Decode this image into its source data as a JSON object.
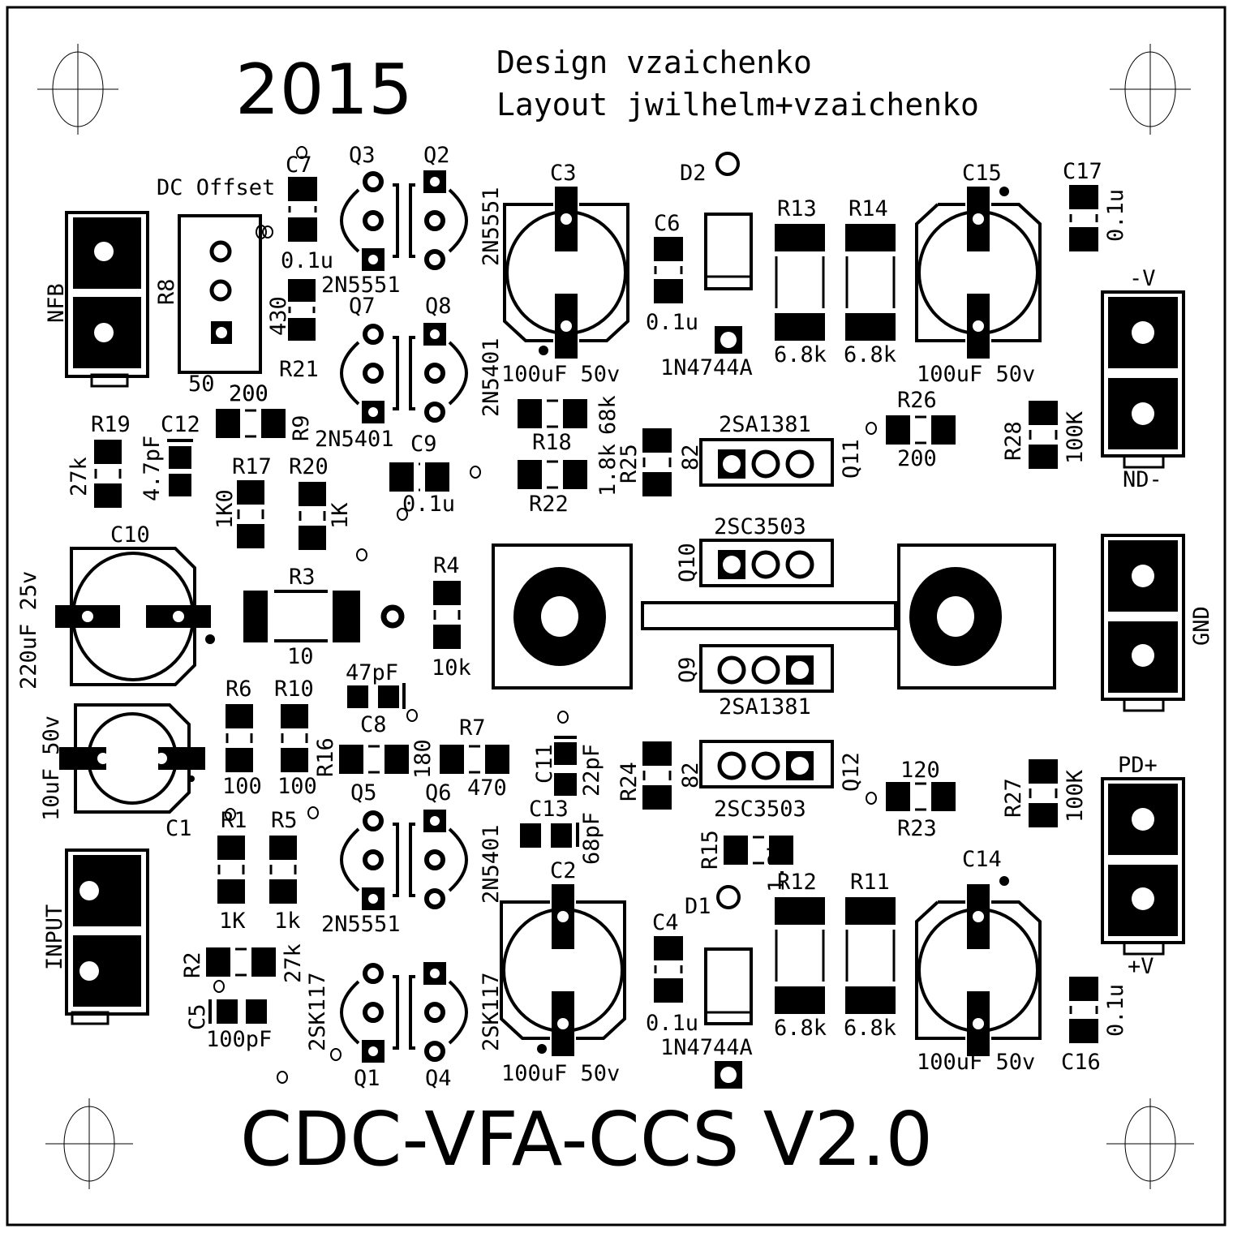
{
  "board": {
    "year": "2015",
    "credits": {
      "design": "Design vzaichenko",
      "layout": "Layout jwilhelm+vzaichenko"
    },
    "title": "CDC-VFA-CCS V2.0",
    "colors": {
      "silkscreen": "#000000",
      "background": "#ffffff"
    }
  },
  "connectors": {
    "nfb": "NFB",
    "input": "INPUT",
    "minus_v_top": "-V",
    "minus_v_bottom": "ND-",
    "gnd": "GND",
    "plus_v_top": "PD+",
    "plus_v_bottom": "+V"
  },
  "trimmer": {
    "label": "DC Offset",
    "ref": "R8",
    "min": "50",
    "max": "200"
  },
  "capacitors": {
    "C1": {
      "ref": "C1",
      "value": "10uF 50v"
    },
    "C2": {
      "ref": "C2",
      "value": "100uF 50v"
    },
    "C3": {
      "ref": "C3",
      "value": "100uF 50v"
    },
    "C4": {
      "ref": "C4",
      "value": "0.1u"
    },
    "C5": {
      "ref": "C5",
      "value": "100pF"
    },
    "C6": {
      "ref": "C6",
      "value": "0.1u"
    },
    "C7": {
      "ref": "C7",
      "value": "0.1u"
    },
    "C8": {
      "ref": "C8",
      "value": "47pF"
    },
    "C9": {
      "ref": "C9",
      "value": "0.1u"
    },
    "C10": {
      "ref": "C10",
      "value": "220uF 25v"
    },
    "C11": {
      "ref": "C11",
      "value": "22pF"
    },
    "C12": {
      "ref": "C12",
      "value": "4.7pF"
    },
    "C13": {
      "ref": "C13",
      "value": "68pF"
    },
    "C14": {
      "ref": "C14",
      "value": "100uF 50v"
    },
    "C15": {
      "ref": "C15",
      "value": "100uF 50v"
    },
    "C16": {
      "ref": "C16",
      "value": "0.1u"
    },
    "C17": {
      "ref": "C17",
      "value": "0.1u"
    }
  },
  "resistors": {
    "R1": {
      "ref": "R1",
      "value": "1K"
    },
    "R2": {
      "ref": "R2",
      "value": "27k"
    },
    "R3": {
      "ref": "R3",
      "value": "10"
    },
    "R4": {
      "ref": "R4",
      "value": "10k"
    },
    "R5": {
      "ref": "R5",
      "value": "1k"
    },
    "R6": {
      "ref": "R6",
      "value": "100"
    },
    "R7": {
      "ref": "R7",
      "value": "470"
    },
    "R9": {
      "ref": "R9",
      "value": "200"
    },
    "R10": {
      "ref": "R10",
      "value": "100"
    },
    "R11": {
      "ref": "R11",
      "value": "6.8k"
    },
    "R12": {
      "ref": "R12",
      "value": "6.8k"
    },
    "R13": {
      "ref": "R13",
      "value": "6.8k"
    },
    "R14": {
      "ref": "R14",
      "value": "6.8k"
    },
    "R15": {
      "ref": "R15",
      "value": "1.3k"
    },
    "R16": {
      "ref": "R16",
      "value": "180"
    },
    "R17": {
      "ref": "R17",
      "value": "1K0"
    },
    "R18": {
      "ref": "R18",
      "value": "68k"
    },
    "R19": {
      "ref": "R19",
      "value": "27k"
    },
    "R20": {
      "ref": "R20",
      "value": "1K"
    },
    "R21": {
      "ref": "R21",
      "value": "430"
    },
    "R22": {
      "ref": "R22",
      "value": "1.8k"
    },
    "R23": {
      "ref": "R23",
      "value": "120"
    },
    "R24": {
      "ref": "R24",
      "value": "82"
    },
    "R25": {
      "ref": "R25",
      "value": "82"
    },
    "R26": {
      "ref": "R26",
      "value": "200"
    },
    "R27": {
      "ref": "R27",
      "value": "100K"
    },
    "R28": {
      "ref": "R28",
      "value": "100K"
    }
  },
  "diodes": {
    "D1": {
      "ref": "D1",
      "value": "1N4744A"
    },
    "D2": {
      "ref": "D2",
      "value": "1N4744A"
    }
  },
  "transistors": {
    "Q1": {
      "ref": "Q1",
      "part": "2SK117"
    },
    "Q2": {
      "ref": "Q2",
      "part": "2N5551"
    },
    "Q3": {
      "ref": "Q3",
      "part": "2N5551"
    },
    "Q4": {
      "ref": "Q4",
      "part": "2SK117"
    },
    "Q5": {
      "ref": "Q5",
      "part": "2N5551"
    },
    "Q6": {
      "ref": "Q6",
      "part": "2N5401"
    },
    "Q7": {
      "ref": "Q7",
      "part": "2N5401"
    },
    "Q8": {
      "ref": "Q8",
      "part": "2N5401"
    },
    "Q9": {
      "ref": "Q9",
      "part": "2SA1381"
    },
    "Q10": {
      "ref": "Q10",
      "part": "2SC3503"
    },
    "Q11": {
      "ref": "Q11",
      "part": "2SA1381"
    },
    "Q12": {
      "ref": "Q12",
      "part": "2SC3503"
    }
  }
}
